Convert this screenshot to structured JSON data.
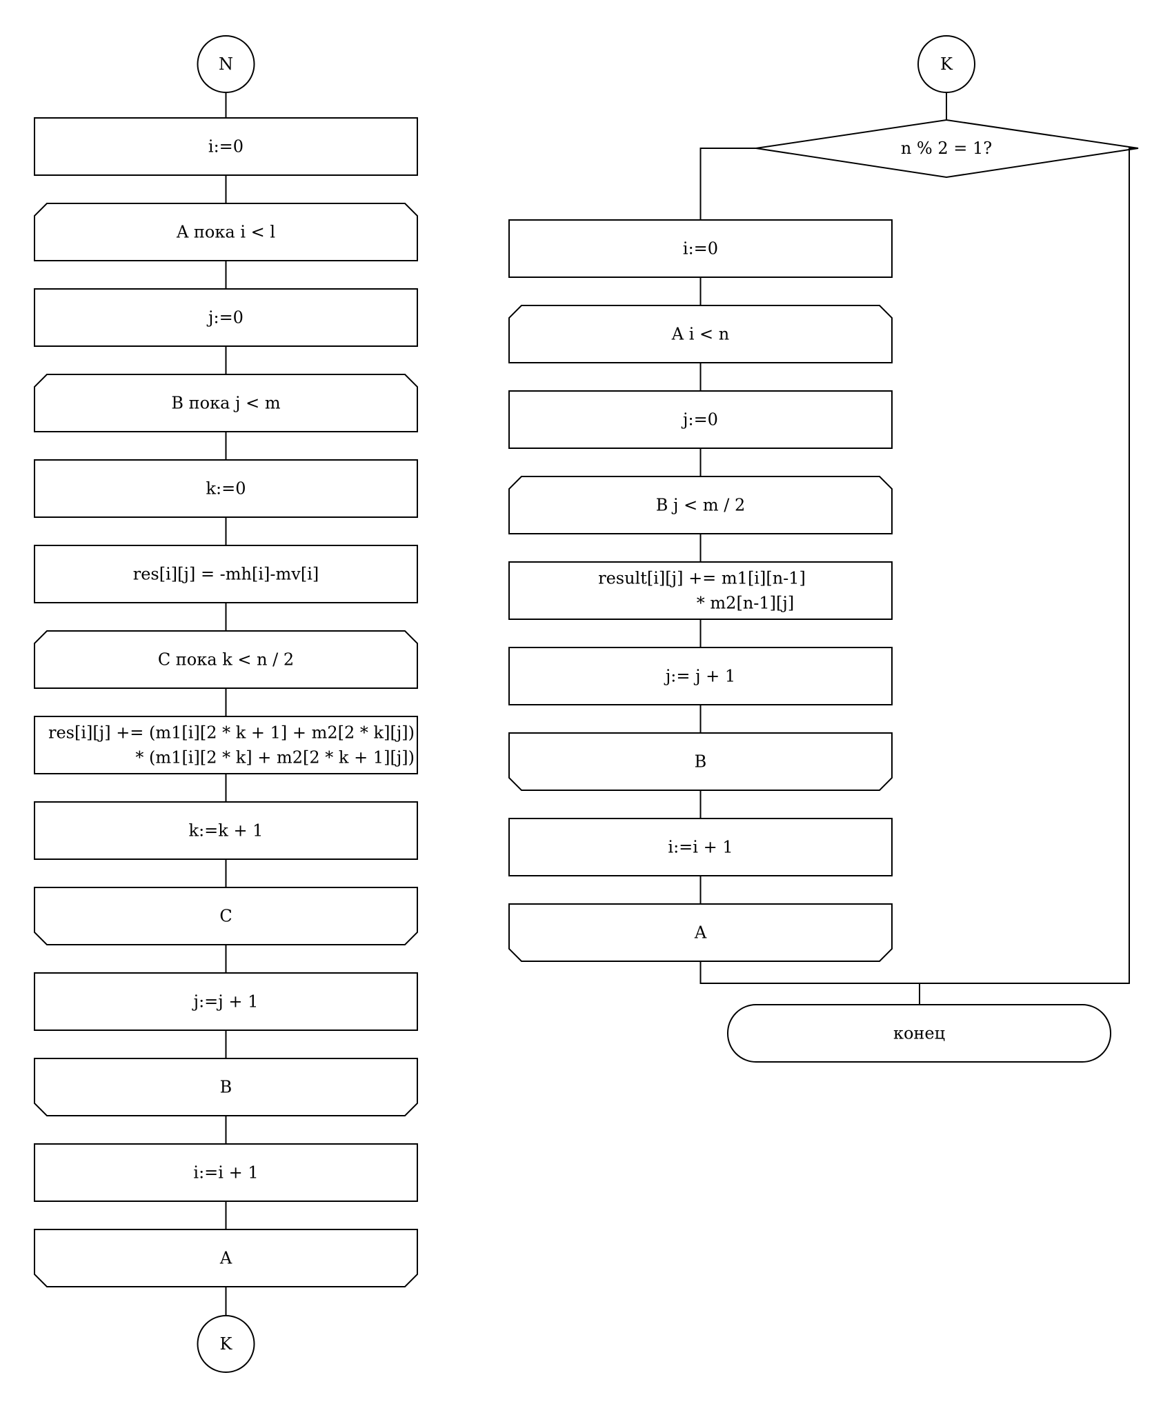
{
  "left": {
    "start": "N",
    "blocks": [
      [
        "i:=0"
      ],
      [
        "A пока i < l"
      ],
      [
        "j:=0"
      ],
      [
        "B пока j < m"
      ],
      [
        "k:=0"
      ],
      [
        "res[i][j] = -mh[i]-mv[i]"
      ],
      [
        "C пока k < n / 2"
      ],
      [
        "res[i][j] += (m1[i][2 * k + 1] + m2[2 * k][j])",
        "* (m1[i][2 * k] + m2[2 * k + 1][j])"
      ],
      [
        "k:=k + 1"
      ],
      [
        "C"
      ],
      [
        "j:=j + 1"
      ],
      [
        "B"
      ],
      [
        "i:=i + 1"
      ],
      [
        "A"
      ]
    ],
    "end": "K"
  },
  "right": {
    "start": "K",
    "decision": "n % 2 = 1?",
    "blocks": [
      [
        "i:=0"
      ],
      [
        "A i < n"
      ],
      [
        "j:=0"
      ],
      [
        "B j < m / 2"
      ],
      [
        "result[i][j] += m1[i][n-1]",
        "* m2[n-1][j]"
      ],
      [
        "j:= j + 1"
      ],
      [
        "B"
      ],
      [
        "i:=i + 1"
      ],
      [
        "A"
      ]
    ],
    "terminator": "конец"
  }
}
